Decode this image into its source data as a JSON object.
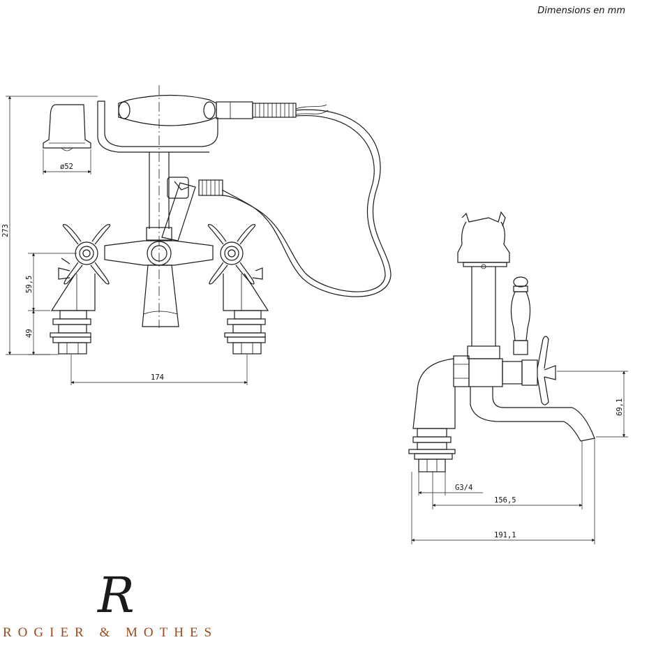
{
  "header": {
    "units_note": "Dimensions en mm"
  },
  "front_view": {
    "dimensions": {
      "handset_diameter": "ø52",
      "overall_height": "273",
      "tap_height": "59,5",
      "base_height": "49",
      "tap_spacing": "174"
    }
  },
  "side_view": {
    "dimensions": {
      "spout_height": "69,1",
      "thread": "G3/4",
      "spout_reach": "156,5",
      "overall_depth": "191,1"
    }
  },
  "brand": {
    "monogram": "R",
    "name": "ROGIER & MOTHES",
    "name_color": "#9a4a1e"
  }
}
